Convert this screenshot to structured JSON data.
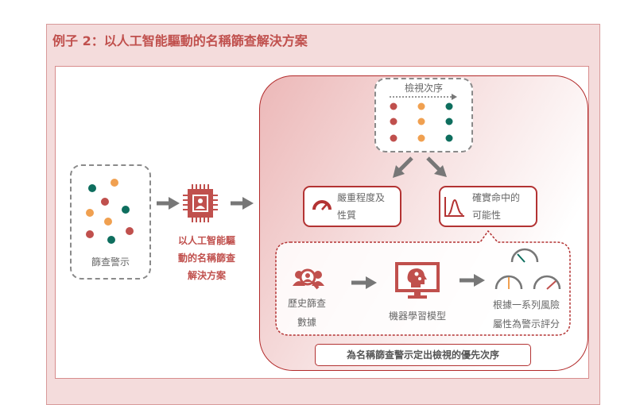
{
  "title": "例子 2：以人工智能驅動的名稱篩查解決方案",
  "alerts_label": "篩查警示",
  "ai_solution_lines": [
    "以人工智能驅",
    "動的名稱篩查",
    "解決方案"
  ],
  "review_order_label": "檢視次序",
  "severity_lines": [
    "嚴重程度及",
    "性質"
  ],
  "probability_lines": [
    "確實命中的",
    "可能性"
  ],
  "history_lines": [
    "歷史篩查",
    "數據"
  ],
  "ml_model_label": "機器學習模型",
  "score_lines": [
    "根據一系列風險",
    "屬性為警示評分"
  ],
  "result_label": "為名稱篩查警示定出檢視的優先次序",
  "colors": {
    "red": "#c0504d",
    "orange": "#f0a050",
    "teal": "#0e6e5e",
    "gray": "#7a7a7a"
  }
}
